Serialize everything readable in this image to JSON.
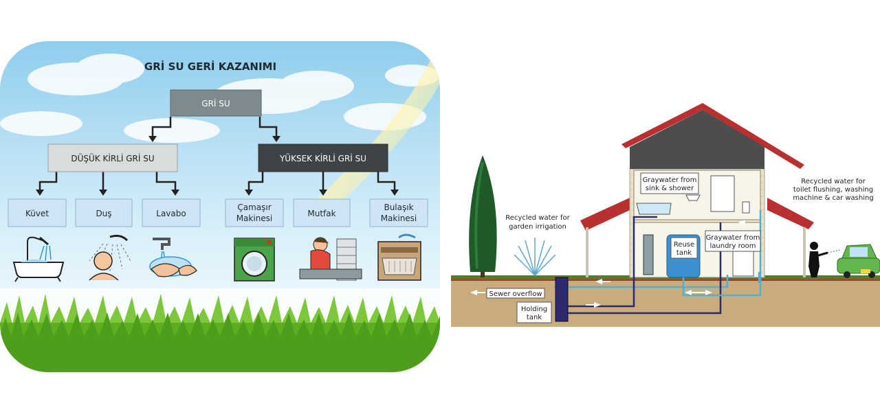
{
  "left_diagram": {
    "title": "GRİ SU GERİ KAZANIMI",
    "root": "GRİ SU",
    "low": "DÜŞÜK KİRLİ GRİ SU",
    "high": "YÜKSEK KİRLİ GRİ SU",
    "leaves": {
      "kuvet": "Küvet",
      "dus": "Duş",
      "lavabo": "Lavabo",
      "camasir_1": "Çamaşır",
      "camasir_2": "Makinesi",
      "mutfak": "Mutfak",
      "bulasik_1": "Bulaşık",
      "bulasik_2": "Makinesi"
    },
    "colors": {
      "sky": "#bfe3f5",
      "box_dark": "#3f4346",
      "box_mid": "#7e8b8e",
      "box_light": "#d9dcdc",
      "leaf": "#cfe4f4",
      "grass": "#6ebd2b"
    }
  },
  "right_diagram": {
    "labels": {
      "graywater_sink_1": "Graywater from",
      "graywater_sink_2": "sink & shower",
      "reuse_1": "Reuse",
      "reuse_2": "tank",
      "graywater_laundry_1": "Graywater from",
      "graywater_laundry_2": "laundry room",
      "recycled_garden_1": "Recycled water for",
      "recycled_garden_2": "garden irrigation",
      "recycled_toilet_1": "Recycled water for",
      "recycled_toilet_2": "toilet flushing, washing",
      "recycled_toilet_3": "machine & car washing",
      "sewer_overflow": "Sewer overflow",
      "holding_1": "Holding",
      "holding_2": "tank"
    },
    "colors": {
      "roof": "#b8302f",
      "soil": "#c9ab7d",
      "pipe_light": "#4fb0d6",
      "pipe_dark": "#2b2a6e",
      "car": "#62b64c"
    }
  }
}
